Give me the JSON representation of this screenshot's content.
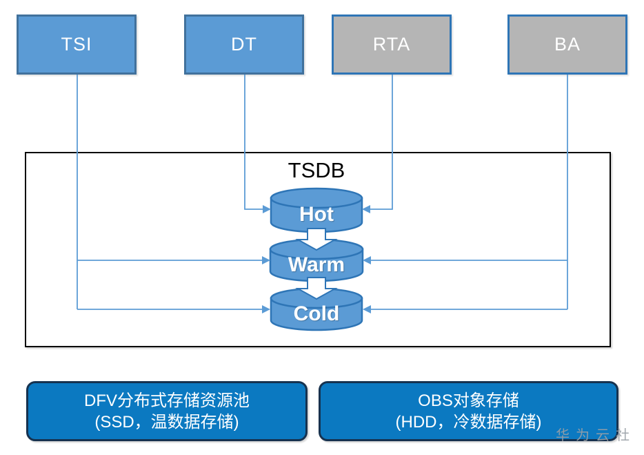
{
  "diagram": {
    "top_boxes": [
      {
        "id": "tsi",
        "label": "TSI",
        "variant": "blue"
      },
      {
        "id": "dt",
        "label": "DT",
        "variant": "blue"
      },
      {
        "id": "rta",
        "label": "RTA",
        "variant": "gray"
      },
      {
        "id": "ba",
        "label": "BA",
        "variant": "gray"
      }
    ],
    "tsdb": {
      "title": "TSDB",
      "tiers": [
        {
          "label": "Hot"
        },
        {
          "label": "Warm"
        },
        {
          "label": "Cold"
        }
      ]
    },
    "connections": [
      {
        "from": "DT",
        "to": "Hot",
        "side": "left"
      },
      {
        "from": "RTA",
        "to": "Hot",
        "side": "right"
      },
      {
        "from": "TSI",
        "to": "Warm",
        "side": "left"
      },
      {
        "from": "TSI",
        "to": "Cold",
        "side": "left"
      },
      {
        "from": "BA",
        "to": "Warm",
        "side": "right"
      },
      {
        "from": "BA",
        "to": "Cold",
        "side": "right"
      },
      {
        "from": "Hot",
        "to": "Warm",
        "type": "block-arrow"
      },
      {
        "from": "Warm",
        "to": "Cold",
        "type": "block-arrow"
      }
    ],
    "storage_boxes": [
      {
        "id": "dfv",
        "line1": "DFV分布式存储资源池",
        "line2": "(SSD，温数据存储)"
      },
      {
        "id": "obs",
        "line1": "OBS对象存储",
        "line2": "(HDD，冷数据存储)"
      }
    ],
    "watermark": "华为云社",
    "colors": {
      "app_box_blue_fill": "#5b9bd5",
      "app_box_blue_border": "#41719c",
      "app_box_gray_fill": "#b5b5b5",
      "app_box_gray_border": "#2e75b6",
      "cylinder_fill": "#5b9bd5",
      "cylinder_stroke": "#2e75b6",
      "connector_line": "#5b9bd5",
      "container_border": "#000000",
      "storage_box_fill": "#0b79c1",
      "storage_box_border": "#16324f",
      "text_light": "#ffffff",
      "text_dark": "#000000",
      "watermark_gray": "#999fa6"
    }
  }
}
